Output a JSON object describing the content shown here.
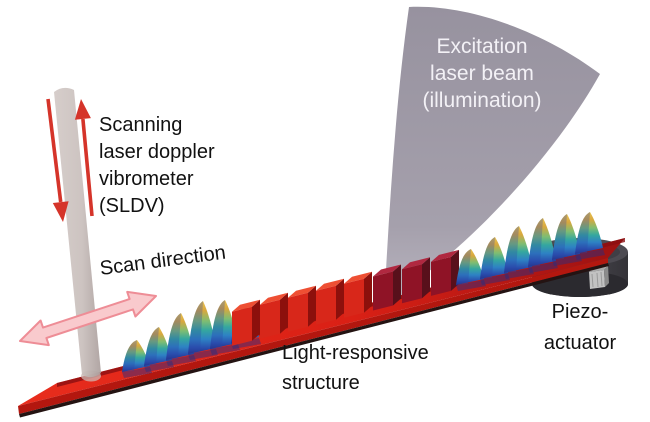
{
  "figure": {
    "type": "experimental-setup-schematic",
    "background": "#ffffff",
    "labels": {
      "sldv": {
        "lines": [
          "Scanning",
          "laser doppler",
          "vibrometer",
          "(SLDV)"
        ]
      },
      "excitation": {
        "lines": [
          "Excitation",
          "laser beam",
          "(illumination)"
        ]
      },
      "scan_direction": {
        "text": "Scan direction"
      },
      "light_responsive": {
        "lines": [
          "Light-responsive",
          "structure"
        ]
      },
      "piezo": {
        "lines": [
          "Piezo-",
          "actuator"
        ]
      }
    },
    "colors": {
      "beam_red": "#dd2317",
      "beam_front_red": "#b3170f",
      "block_red_front": "#d8271a",
      "block_red_top": "#ee4f33",
      "block_dark_front": "#8f1326",
      "block_dark_top": "#b02840",
      "cone_gray": "#9b96a3",
      "rod_gray": "#c9bfbc",
      "vibro_arrow_red": "#d5342a",
      "scan_arrow_pink_fill": "#f9cacd",
      "scan_arrow_pink_outline": "#ee8d96",
      "actuator_dark": "#39383d",
      "wave_yellow": "#e7c254",
      "wave_teal": "#35a79f",
      "wave_blue": "#232f86"
    }
  }
}
